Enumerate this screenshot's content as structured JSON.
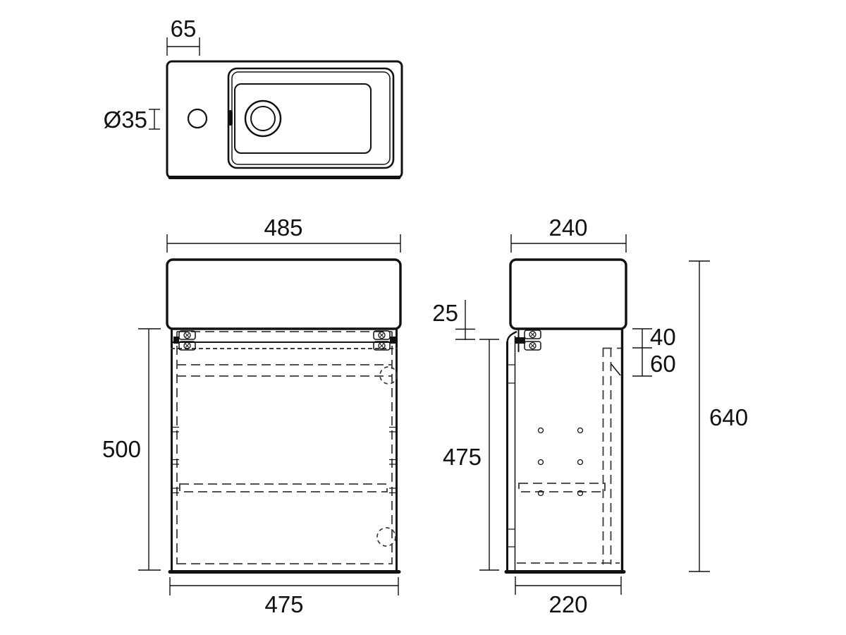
{
  "colors": {
    "line": "#111111",
    "dashed_line": "#3a3a3a",
    "background": "#ffffff"
  },
  "views": {
    "top_view": {
      "dims": {
        "tap_hole_offset": "65",
        "tap_hole_diameter": "Ø35"
      }
    },
    "front_view": {
      "dims": {
        "basin_width": "485",
        "cabinet_height": "500",
        "cabinet_width": "475"
      }
    },
    "side_view": {
      "dims": {
        "basin_depth": "240",
        "basin_to_door_gap": "25",
        "door_height": "475",
        "fixing_offset_top": "40",
        "fixing_offset_bottom": "60",
        "overall_height": "640",
        "carcass_depth": "220"
      }
    }
  }
}
